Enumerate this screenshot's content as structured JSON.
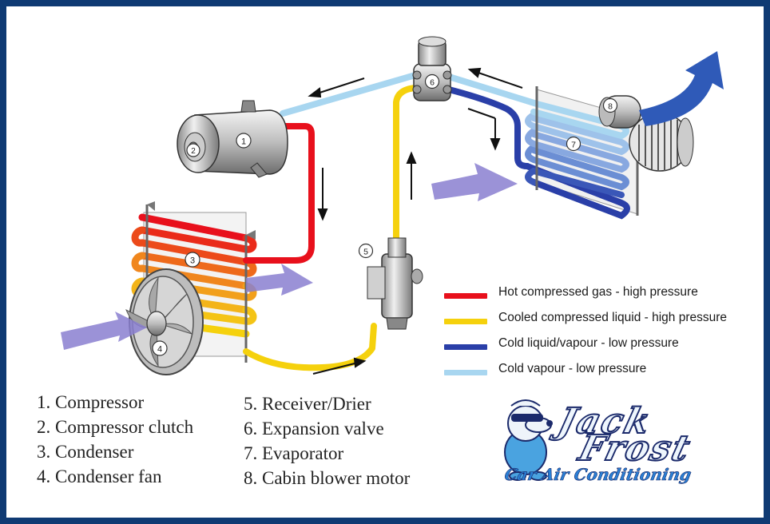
{
  "diagram": {
    "component_numbers": [
      "1",
      "2",
      "3",
      "4",
      "5",
      "6",
      "7",
      "8"
    ]
  },
  "legend": [
    {
      "label": "Hot compressed gas - high pressure",
      "color": "#e8101c"
    },
    {
      "label": "Cooled compressed liquid - high pressure",
      "color": "#f5d10d"
    },
    {
      "label": "Cold liquid/vapour - low pressure",
      "color": "#2a3fa8"
    },
    {
      "label": "Cold vapour - low pressure",
      "color": "#a8d6f0"
    }
  ],
  "parts_left": [
    "1. Compressor",
    "2. Compressor clutch",
    "3. Condenser",
    "4. Condenser fan"
  ],
  "parts_right": [
    "5. Receiver/Drier",
    "6. Expansion valve",
    "7. Evaporator",
    "8. Cabin blower motor"
  ],
  "logo": {
    "line1": "Jack",
    "line2": "Frost",
    "tagline": "Car Air Conditioning",
    "colors": {
      "navy": "#1b2a6b",
      "blue": "#2a7fd4"
    }
  },
  "colors": {
    "border": "#0f3a73",
    "hot": "#e8101c",
    "cooled": "#f5d10d",
    "cold_liquid": "#2a3fa8",
    "cold_vapour": "#a8d6f0",
    "air_arrow": "#8a7fd0",
    "outlet_arrow": "#2f5ab8"
  }
}
